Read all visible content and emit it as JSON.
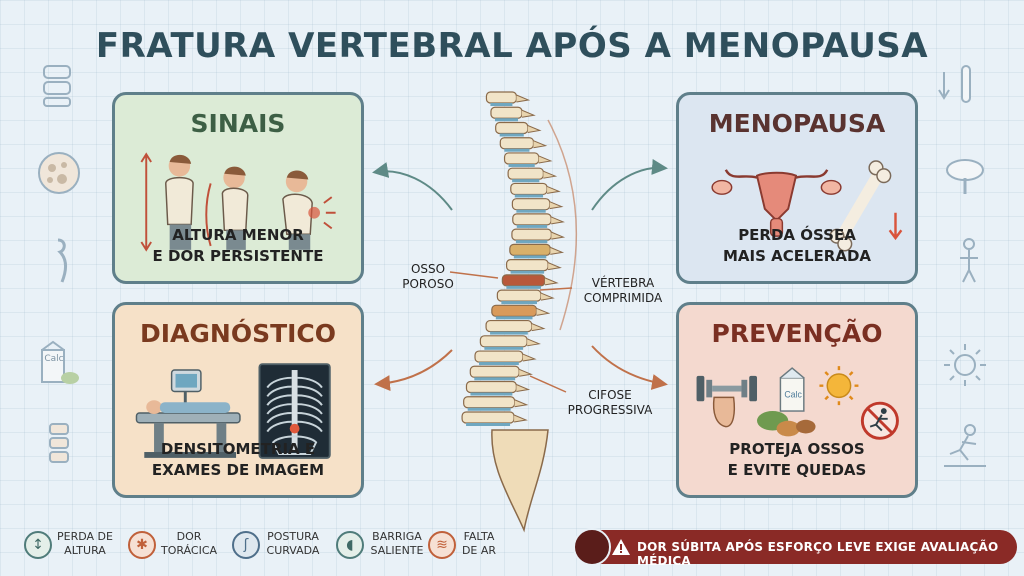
{
  "title": "FRATURA VERTEBRAL APÓS A MENOPAUSA",
  "cards": {
    "sinais": {
      "title": "SINAIS",
      "caption_line1": "ALTURA MENOR",
      "caption_line2": "E DOR PERSISTENTE"
    },
    "menopausa": {
      "title": "MENOPAUSA",
      "caption_line1": "PERDA ÓSSEA",
      "caption_line2": "MAIS ACELERADA"
    },
    "diagnostico": {
      "title": "DIAGNÓSTICO",
      "caption_line1": "DENSITOMETRIA E",
      "caption_line2": "EXAMES DE IMAGEM",
      "bottle_label": ""
    },
    "prevencao": {
      "title": "PREVENÇÃO",
      "caption_line1": "PROTEJA OSSOS",
      "caption_line2": "E EVITE QUEDAS",
      "carton_label": "Calc"
    }
  },
  "spine_labels": {
    "osso_poroso_line1": "OSSO",
    "osso_poroso_line2": "POROSO",
    "vertebra_line1": "VÉRTEBRA",
    "vertebra_line2": "COMPRIMIDA",
    "cifose_line1": "CIFOSE",
    "cifose_line2": "PROGRESSIVA"
  },
  "side_icons": {
    "left_carton_label": "Calc"
  },
  "legend": [
    {
      "icon": "height-arrows-icon",
      "line1": "PERDA DE",
      "line2": "ALTURA"
    },
    {
      "icon": "chest-pain-icon",
      "line1": "DOR",
      "line2": "TORÁCICA"
    },
    {
      "icon": "curved-posture-icon",
      "line1": "POSTURA",
      "line2": "CURVADA"
    },
    {
      "icon": "belly-icon",
      "line1": "BARRIGA",
      "line2": "SALIENTE"
    },
    {
      "icon": "breath-icon",
      "line1": "FALTA",
      "line2": "DE AR"
    }
  ],
  "alert": {
    "icon": "warning-icon",
    "text": "DOR SÚBITA APÓS ESFORÇO LEVE EXIGE AVALIAÇÃO MÉDICA"
  },
  "colors": {
    "accent_dark_red": "#8a2a26",
    "teal": "#4f7c7a",
    "title": "#2f4f5c"
  }
}
